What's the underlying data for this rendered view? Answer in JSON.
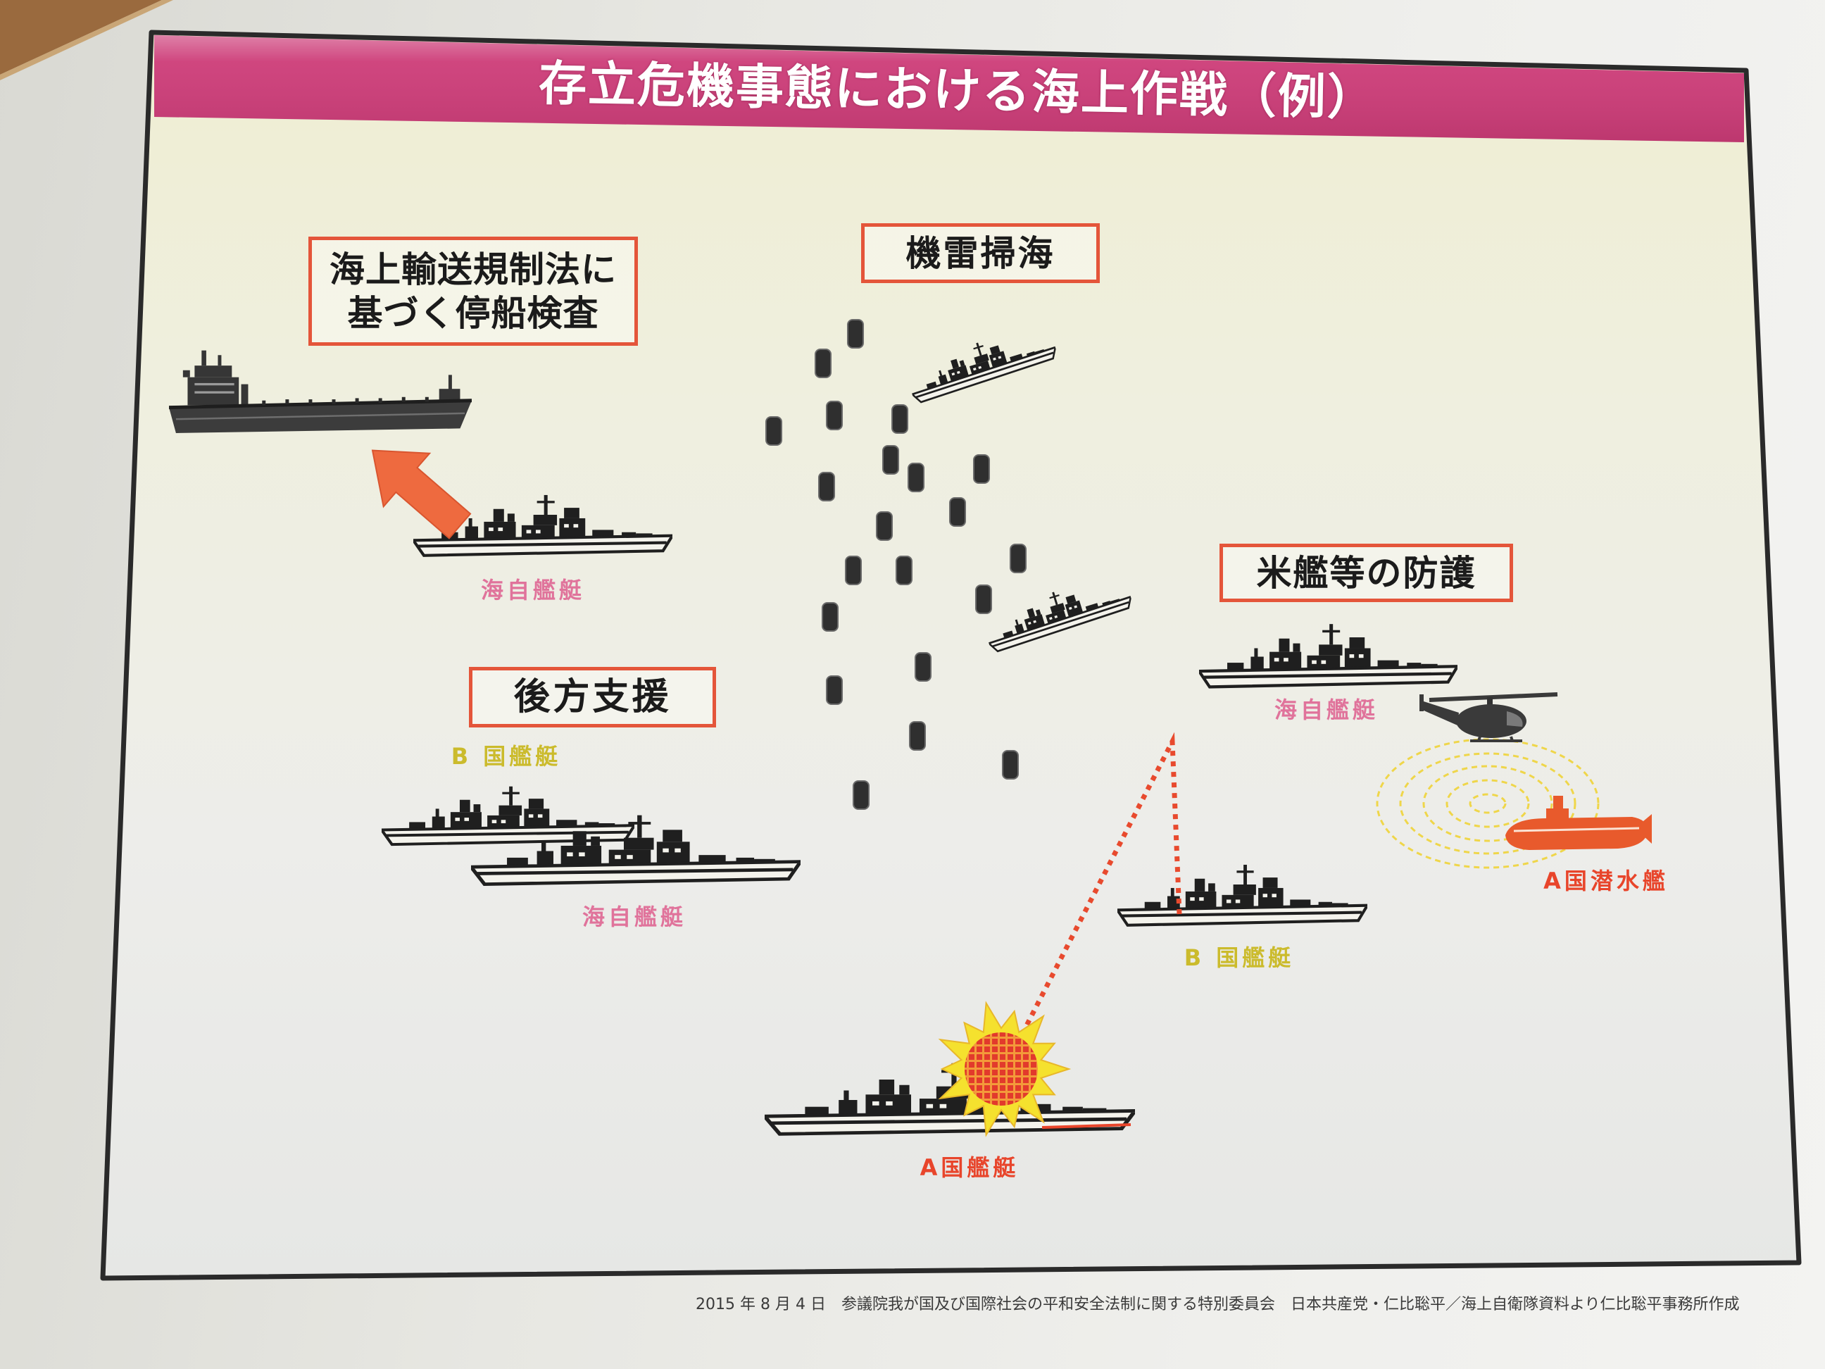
{
  "diagram": {
    "title": "存立危機事態における海上作戦（例）",
    "operations": {
      "inspection": {
        "line1": "海上輸送規制法に",
        "line2": "基づく停船検査"
      },
      "minesweeping": "機雷掃海",
      "rear_support": "後方支援",
      "protection": "米艦等の防護"
    },
    "vessel_labels": {
      "jmsdf_inspection": "海自艦艇",
      "country_b_support": "B 国艦艇",
      "jmsdf_support": "海自艦艇",
      "jmsdf_protection": "海自艦艇",
      "country_b_protection": "B 国艦艇",
      "country_a_submarine": "A国潜水艦",
      "country_a_ship": "A国艦艇"
    }
  },
  "footer": {
    "source": "2015 年 8 月 4 日　参議院我が国及び国際社会の平和安全法制に関する特別委員会　日本共産党・仁比聡平／海上自衛隊資料より仁比聡平事務所作成"
  },
  "colors": {
    "title_band": "#cd3c78",
    "operation_border": "#e4553a",
    "jmsdf_label": "#e0739b",
    "country_b_label": "#cbbb2c",
    "country_a_label": "#e8452b",
    "arrow": "#ee6a3f",
    "frame": "#2a2a2a"
  }
}
